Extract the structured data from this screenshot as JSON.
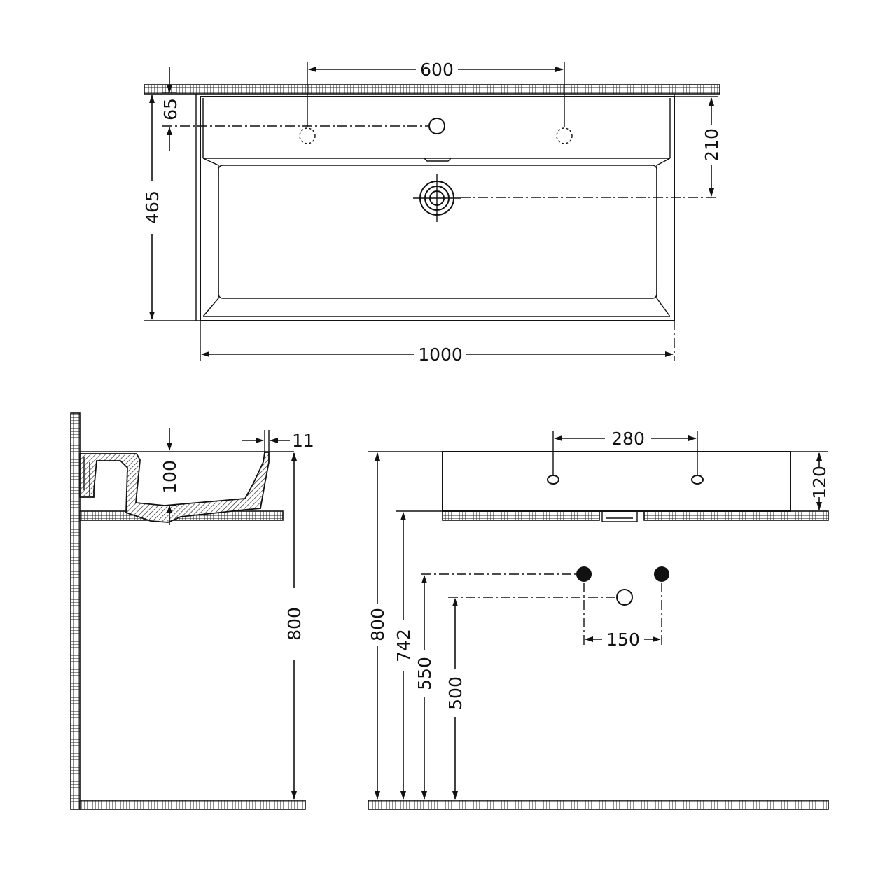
{
  "dimensions": {
    "top_hole_spacing": "600",
    "top_hole_offset": "65",
    "top_depth": "465",
    "top_drain_offset": "210",
    "top_width": "1000",
    "side_basin_depth": "100",
    "side_rim": "11",
    "side_height": "800",
    "front_hole_spacing": "280",
    "front_basin_height": "120",
    "front_height": "800",
    "front_counter_height": "742",
    "front_supply_height": "550",
    "front_waste_height": "500",
    "front_supply_spacing": "150"
  }
}
